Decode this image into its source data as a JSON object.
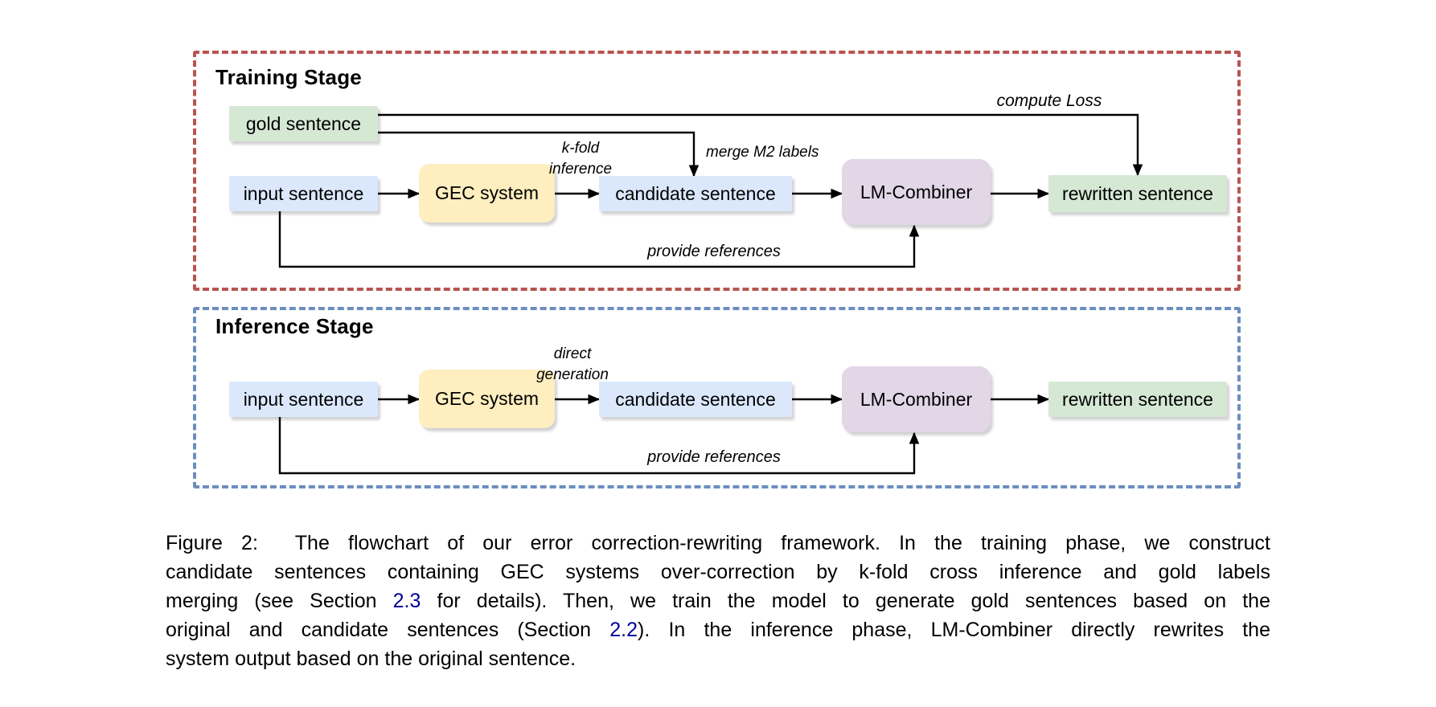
{
  "figure": {
    "type": "flowchart",
    "stages": {
      "training": {
        "title": "Training Stage",
        "nodes": {
          "gold": "gold sentence",
          "input": "input sentence",
          "gec": "GEC system",
          "candidate": "candidate sentence",
          "lm": "LM-Combiner",
          "rewritten": "rewritten sentence"
        },
        "edge_labels": {
          "kfold_line1": "k-fold",
          "kfold_line2": "inference",
          "merge": "merge M2 labels",
          "loss": "compute Loss",
          "provide": "provide references"
        }
      },
      "inference": {
        "title": "Inference Stage",
        "nodes": {
          "input": "input sentence",
          "gec": "GEC system",
          "candidate": "candidate sentence",
          "lm": "LM-Combiner",
          "rewritten": "rewritten sentence"
        },
        "edge_labels": {
          "direct_line1": "direct",
          "direct_line2": "generation",
          "provide": "provide references"
        }
      }
    }
  },
  "caption": {
    "line1": "Figure 2:  The flowchart of our error correction-rewriting framework. In the training phase, we construct",
    "line2": "candidate sentences containing GEC systems over-correction by k-fold cross inference and gold labels",
    "line3_pre": "merging (see Section ",
    "line3_link": "2.3",
    "line3_post": " for details). Then, we train the model to generate gold sentences based on the",
    "line4_pre": "original and candidate sentences (Section ",
    "line4_link": "2.2",
    "line4_post": "). In the inference phase, LM-Combiner directly rewrites the",
    "line5": "system output based on the original sentence."
  },
  "colors": {
    "node_green": "#d5e8d4",
    "node_blue": "#dbe8fc",
    "node_yellow": "#ffeebf",
    "node_purple": "#e2d6e7",
    "training_border": "#b85450",
    "inference_border": "#6c8ebf",
    "arrow": "#000000",
    "link": "#00009b"
  }
}
